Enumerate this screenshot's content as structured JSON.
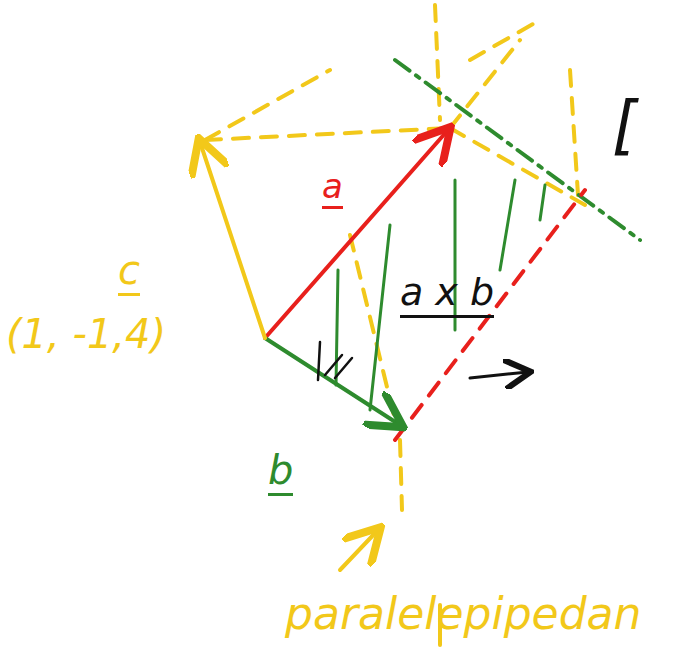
{
  "diagram": {
    "labels": [
      "a",
      "b",
      "c",
      "(1, -1,4)",
      "a x b",
      "[",
      "paralelepipedan"
    ]
  }
}
